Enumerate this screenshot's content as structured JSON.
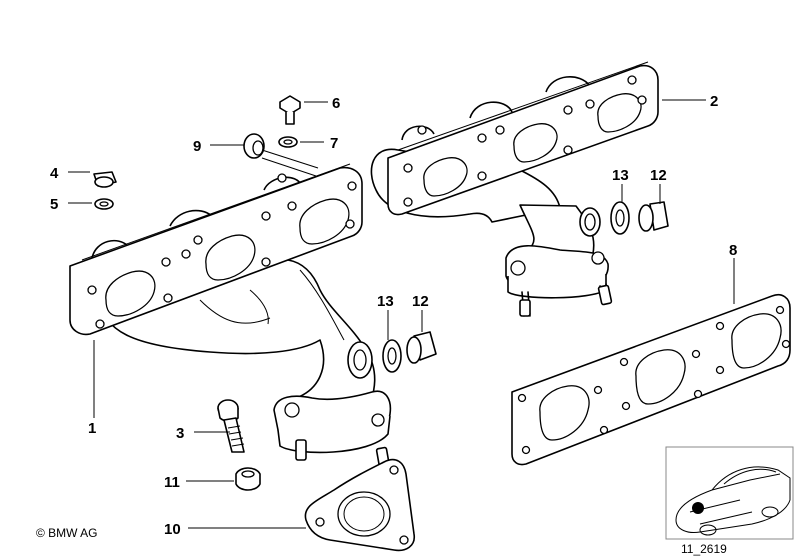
{
  "callouts": [
    {
      "id": "c1",
      "text": "1"
    },
    {
      "id": "c2",
      "text": "2"
    },
    {
      "id": "c3",
      "text": "3"
    },
    {
      "id": "c4",
      "text": "4"
    },
    {
      "id": "c5",
      "text": "5"
    },
    {
      "id": "c6",
      "text": "6"
    },
    {
      "id": "c7",
      "text": "7"
    },
    {
      "id": "c8",
      "text": "8"
    },
    {
      "id": "c9",
      "text": "9"
    },
    {
      "id": "c10",
      "text": "10"
    },
    {
      "id": "c11",
      "text": "11"
    },
    {
      "id": "c12a",
      "text": "12"
    },
    {
      "id": "c13a",
      "text": "13"
    },
    {
      "id": "c12b",
      "text": "12"
    },
    {
      "id": "c13b",
      "text": "13"
    }
  ],
  "copyright": "© BMW AG",
  "diagram_code": "11_2619"
}
